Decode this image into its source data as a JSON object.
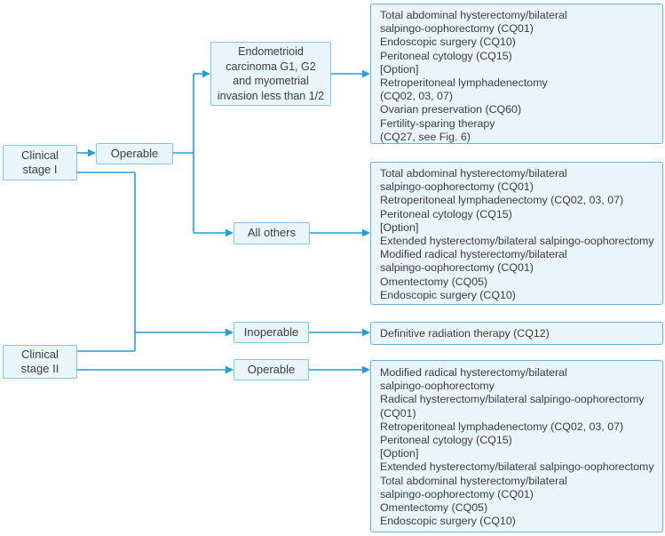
{
  "colors": {
    "line": "#259fd8",
    "node_border": "#7ec5e6",
    "panel_border": "#5fb6de",
    "box_fill": "#e9f4fb",
    "text": "#3c3c3c",
    "background": "#ffffff"
  },
  "nodes": {
    "stage1": {
      "label": "Clinical\nstage I"
    },
    "operable1": {
      "label": "Operable"
    },
    "endometrioid": {
      "label": "Endometrioid\ncarcinoma G1, G2\nand myometrial\ninvasion less than 1/2"
    },
    "all_others": {
      "label": "All others"
    },
    "stage2": {
      "label": "Clinical\nstage II"
    },
    "inoperable": {
      "label": "Inoperable"
    },
    "operable2": {
      "label": "Operable"
    }
  },
  "panels": {
    "endometrioid_treatment": {
      "lines": [
        "Total abdominal hysterectomy/bilateral",
        "salpingo-oophorectomy (CQ01)",
        "Endoscopic surgery (CQ10)",
        "Peritoneal cytology (CQ15)",
        "[Option]",
        "Retroperitoneal lymphadenectomy",
        "(CQ02, 03, 07)",
        "Ovarian preservation (CQ60)",
        "Fertility-sparing therapy",
        "(CQ27, see Fig. 6)"
      ]
    },
    "all_others_treatment": {
      "lines": [
        "Total abdominal hysterectomy/bilateral",
        "salpingo-oophorectomy (CQ01)",
        "Retroperitoneal lymphadenectomy (CQ02, 03, 07)",
        "Peritoneal cytology (CQ15)",
        "[Option]",
        "Extended hysterectomy/bilateral salpingo-oophorectomy",
        "Modified radical hysterectomy/bilateral",
        "salpingo-oophorectomy (CQ01)",
        "Omentectomy (CQ05)",
        "Endoscopic surgery (CQ10)"
      ]
    },
    "inoperable_treatment": {
      "lines": [
        "Definitive radiation therapy (CQ12)"
      ]
    },
    "stage2_operable_treatment": {
      "lines": [
        "Modified radical hysterectomy/bilateral",
        "salpingo-oophorectomy",
        "Radical hysterectomy/bilateral salpingo-oophorectomy",
        "(CQ01)",
        "Retroperitoneal lymphadenectomy (CQ02, 03, 07)",
        "Peritoneal cytology (CQ15)",
        "[Option]",
        "Extended hysterectomy/bilateral salpingo-oophorectomy",
        "Total abdominal hysterectomy/bilateral",
        "salpingo-oophorectomy (CQ01)",
        "Omentectomy (CQ05)",
        "Endoscopic surgery (CQ10)"
      ]
    }
  }
}
